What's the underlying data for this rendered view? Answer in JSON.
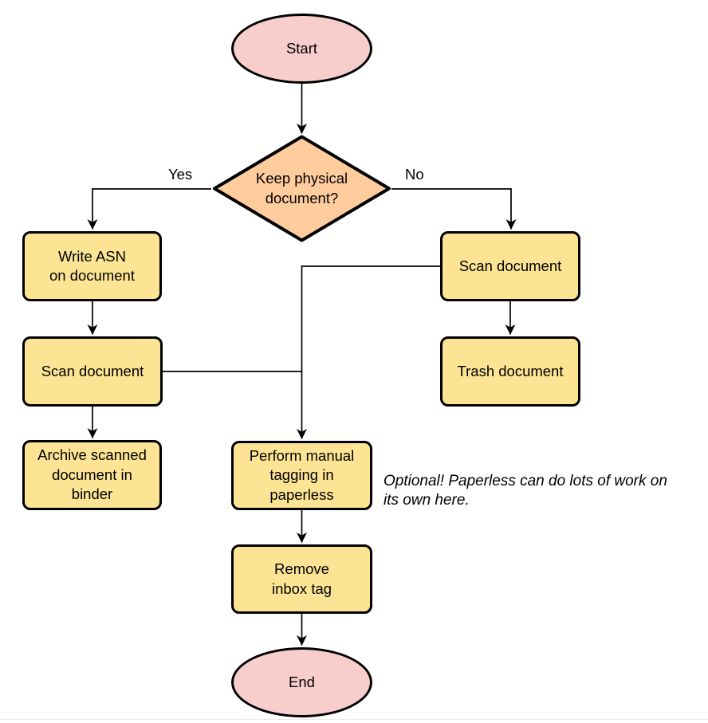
{
  "diagram": {
    "type": "flowchart",
    "nodes": {
      "start": {
        "label": "Start",
        "shape": "terminal"
      },
      "decision": {
        "label": "Keep physical\ndocument?",
        "shape": "decision"
      },
      "write_asn": {
        "label": "Write ASN\non document",
        "shape": "process"
      },
      "scan_left": {
        "label": "Scan document",
        "shape": "process"
      },
      "archive": {
        "label": "Archive scanned\ndocument in\nbinder",
        "shape": "process"
      },
      "scan_right": {
        "label": "Scan document",
        "shape": "process"
      },
      "trash": {
        "label": "Trash document",
        "shape": "process"
      },
      "tagging": {
        "label": "Perform manual\ntagging in\npaperless",
        "shape": "process"
      },
      "remove_tag": {
        "label": "Remove\ninbox tag",
        "shape": "process"
      },
      "end": {
        "label": "End",
        "shape": "terminal"
      }
    },
    "edge_labels": {
      "yes": "Yes",
      "no": "No"
    },
    "annotation": {
      "text": "Optional! Paperless can do lots of work on\nits own here."
    },
    "colors": {
      "terminal_fill": "#F8CECC",
      "decision_fill": "#FFCC9E",
      "process_fill": "#FCE494",
      "stroke": "#000000"
    }
  }
}
